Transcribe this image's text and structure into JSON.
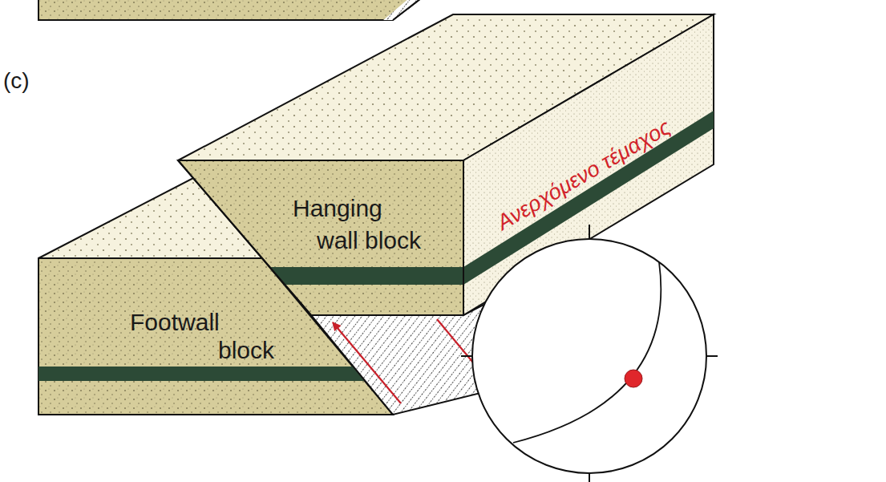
{
  "diagram": {
    "labels": [
      "(c)",
      "Hanging wall block",
      "Footwall block",
      "Ανερχόμενο τέμαχος"
    ]
  }
}
